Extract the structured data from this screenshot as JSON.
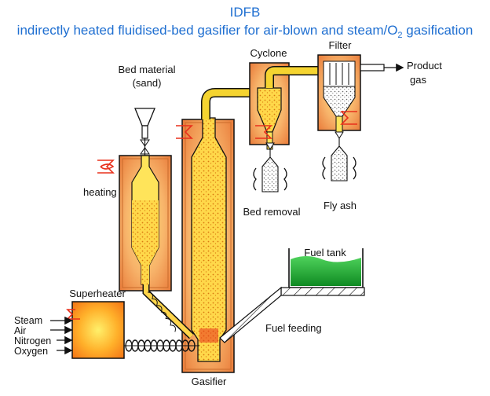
{
  "title": {
    "line1": "IDFB",
    "line2_main": "indirectly heated fluidised-bed gasifier for air-blown and steam/O",
    "line2_sub": "2",
    "line2_tail": " gasification"
  },
  "labels": {
    "bed_material_1": "Bed material",
    "bed_material_2": "(sand)",
    "cyclone": "Cyclone",
    "filter": "Filter",
    "product_gas_1": "Product",
    "product_gas_2": "gas",
    "heating": "heating",
    "bed_removal": "Bed removal",
    "fly_ash": "Fly ash",
    "fuel_tank": "Fuel tank",
    "superheater": "Superheater",
    "fuel_feeding": "Fuel feeding",
    "gasifier": "Gasifier",
    "inputs": [
      "Steam",
      "Air",
      "Nitrogen",
      "Oxygen"
    ]
  },
  "colors": {
    "title": "#1f6fd1",
    "furnace_outer": "#f4b07a",
    "furnace_inner": "#ffd54a",
    "flame": "#e8301c",
    "fuel": "#1e9e2e",
    "pipe": "#f5d430",
    "outline": "#111111"
  },
  "icons": [
    "heater-flame-icon",
    "arrow-icon",
    "coil-icon",
    "hopper-icon"
  ]
}
